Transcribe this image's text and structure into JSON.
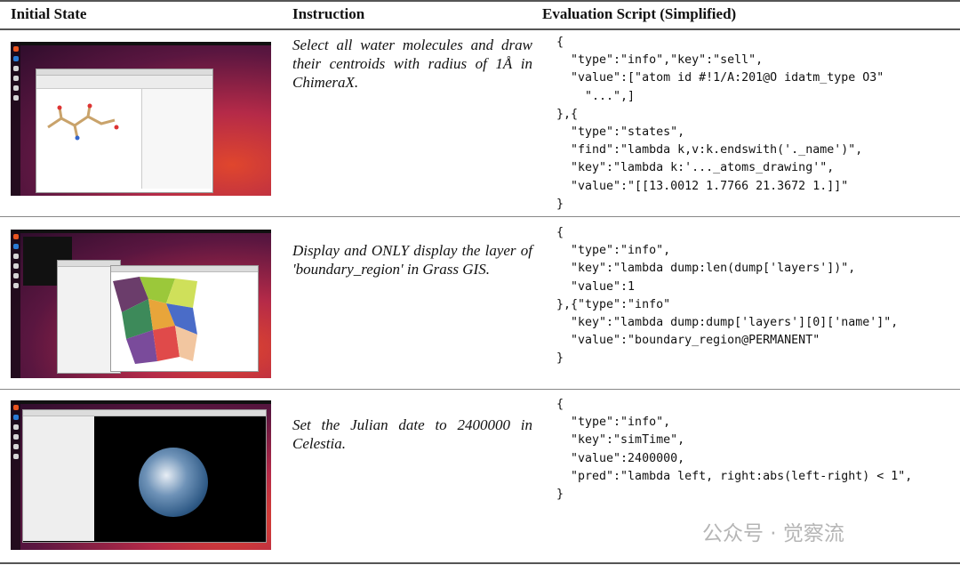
{
  "headers": {
    "initial_state": "Initial State",
    "instruction": "Instruction",
    "evaluation_script": "Evaluation Script (Simplified)"
  },
  "rows": [
    {
      "screenshot_app": "ChimeraX",
      "instruction": "Select all water molecules and draw their centroids with radius of 1Å in ChimeraX.",
      "script": "{\n  \"type\":\"info\",\"key\":\"sell\",\n  \"value\":[\"atom id #!1/A:201@O idatm_type O3\"\n    \"...\",]\n},{\n  \"type\":\"states\",\n  \"find\":\"lambda k,v:k.endswith('._name')\",\n  \"key\":\"lambda k:'..._atoms_drawing'\",\n  \"value\":\"[[13.0012 1.7766 21.3672 1.]]\"\n}"
    },
    {
      "screenshot_app": "Grass GIS",
      "instruction": "Display and ONLY display the layer of 'boundary_region' in Grass GIS.",
      "script": "{\n  \"type\":\"info\",\n  \"key\":\"lambda dump:len(dump['layers'])\",\n  \"value\":1\n},{\"type\":\"info\"\n  \"key\":\"lambda dump:dump['layers'][0]['name']\",\n  \"value\":\"boundary_region@PERMANENT\"\n}"
    },
    {
      "screenshot_app": "Celestia",
      "instruction": "Set the Julian date to 2400000 in Celestia.",
      "script": "{\n  \"type\":\"info\",\n  \"key\":\"simTime\",\n  \"value\":2400000,\n  \"pred\":\"lambda left, right:abs(left-right) < 1\",\n}"
    }
  ],
  "watermark": "公众号 · 觉察流"
}
